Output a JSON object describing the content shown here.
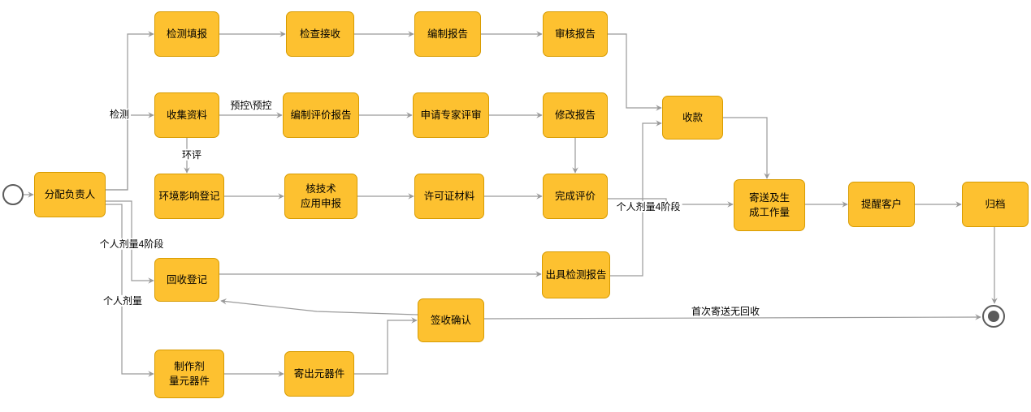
{
  "colors": {
    "background": "#ffffff",
    "node_fill": "#FDC130",
    "node_border": "#D79B00",
    "edge": "#9a9a9a",
    "terminal": "#5b5b5b",
    "text": "#000000"
  },
  "nodes": {
    "assign_owner": {
      "label": "分配负责人"
    },
    "test_fill": {
      "label": "检测填报"
    },
    "inspect_receive": {
      "label": "检查接收"
    },
    "compile_report": {
      "label": "编制报告"
    },
    "review_report": {
      "label": "审核报告"
    },
    "collect_materials": {
      "label": "收集资料"
    },
    "compile_eval_report": {
      "label": "编制评价报告"
    },
    "apply_expert_review": {
      "label": "申请专家评审"
    },
    "revise_report": {
      "label": "修改报告"
    },
    "receive_payment": {
      "label": "收款"
    },
    "env_impact_register": {
      "label": "环境影响登记"
    },
    "nuclear_tech_apply": {
      "label": "核技术\n应用申报"
    },
    "license_materials": {
      "label": "许可证材料"
    },
    "complete_eval": {
      "label": "完成评价"
    },
    "send_and_workload": {
      "label": "寄送及生\n成工作量"
    },
    "remind_customer": {
      "label": "提醒客户"
    },
    "archive": {
      "label": "归档"
    },
    "recycle_register": {
      "label": "回收登记"
    },
    "issue_test_report": {
      "label": "出具检测报告"
    },
    "sign_confirm": {
      "label": "签收确认"
    },
    "make_dosimeter": {
      "label": "制作剂\n量元器件"
    },
    "send_components": {
      "label": "寄出元器件"
    }
  },
  "edge_labels": {
    "jiance": "检测",
    "yukong": "预控\\预控",
    "huanping": "环评",
    "geren_jiliang_4_left": "个人剂量4阶段",
    "geren_jiliang": "个人剂量",
    "geren_jiliang_4_right": "个人剂量4阶段",
    "shouci_jisong": "首次寄送无回收"
  },
  "edges": [
    {
      "from": "start",
      "to": "assign_owner",
      "label": ""
    },
    {
      "from": "assign_owner",
      "to": "test_fill",
      "label": "检测"
    },
    {
      "from": "assign_owner",
      "to": "collect_materials",
      "label": ""
    },
    {
      "from": "test_fill",
      "to": "inspect_receive",
      "label": ""
    },
    {
      "from": "inspect_receive",
      "to": "compile_report",
      "label": ""
    },
    {
      "from": "compile_report",
      "to": "review_report",
      "label": ""
    },
    {
      "from": "review_report",
      "to": "receive_payment",
      "label": ""
    },
    {
      "from": "collect_materials",
      "to": "compile_eval_report",
      "label": "预控\\预控"
    },
    {
      "from": "compile_eval_report",
      "to": "apply_expert_review",
      "label": ""
    },
    {
      "from": "apply_expert_review",
      "to": "revise_report",
      "label": ""
    },
    {
      "from": "revise_report",
      "to": "complete_eval",
      "label": ""
    },
    {
      "from": "collect_materials",
      "to": "env_impact_register",
      "label": "环评"
    },
    {
      "from": "env_impact_register",
      "to": "nuclear_tech_apply",
      "label": ""
    },
    {
      "from": "nuclear_tech_apply",
      "to": "license_materials",
      "label": ""
    },
    {
      "from": "license_materials",
      "to": "complete_eval",
      "label": ""
    },
    {
      "from": "complete_eval",
      "to": "send_and_workload",
      "label": "个人剂量4阶段"
    },
    {
      "from": "receive_payment",
      "to": "send_and_workload",
      "label": ""
    },
    {
      "from": "send_and_workload",
      "to": "remind_customer",
      "label": ""
    },
    {
      "from": "remind_customer",
      "to": "archive",
      "label": ""
    },
    {
      "from": "archive",
      "to": "end",
      "label": ""
    },
    {
      "from": "issue_test_report",
      "to": "receive_payment",
      "label": ""
    },
    {
      "from": "recycle_register",
      "to": "issue_test_report",
      "label": ""
    },
    {
      "from": "assign_owner",
      "to": "recycle_register",
      "label": "个人剂量4阶段"
    },
    {
      "from": "assign_owner",
      "to": "make_dosimeter",
      "label": "个人剂量"
    },
    {
      "from": "make_dosimeter",
      "to": "send_components",
      "label": ""
    },
    {
      "from": "send_components",
      "to": "sign_confirm",
      "label": ""
    },
    {
      "from": "sign_confirm",
      "to": "end",
      "label": "首次寄送无回收"
    },
    {
      "from": "sign_confirm",
      "to": "recycle_register",
      "label": ""
    }
  ]
}
